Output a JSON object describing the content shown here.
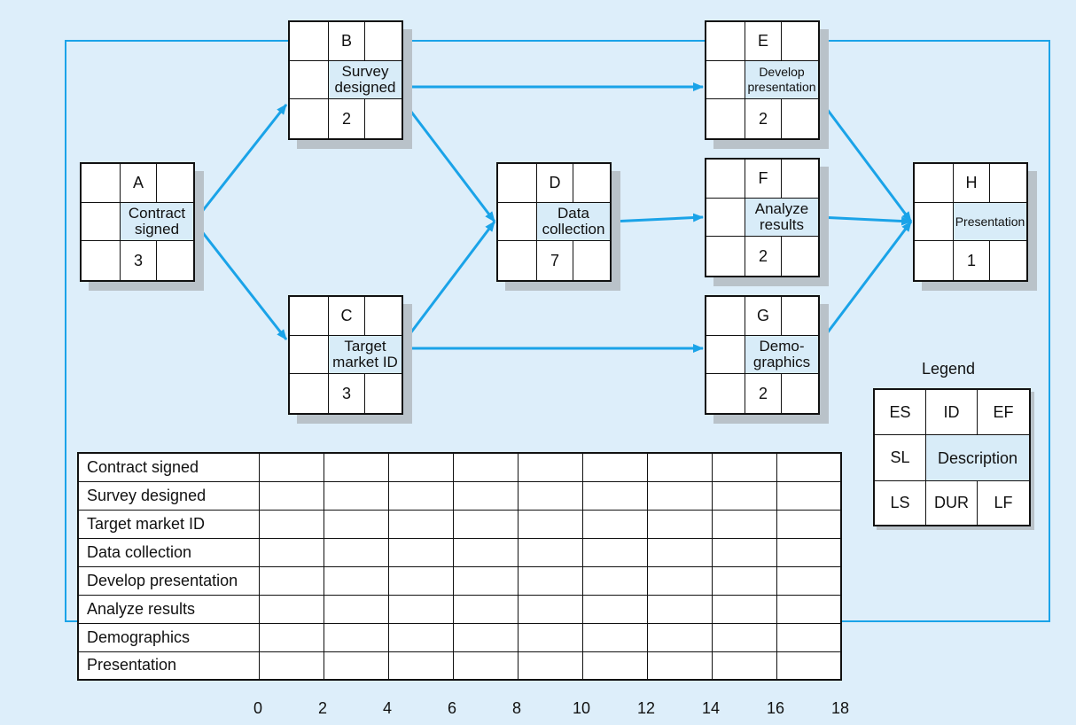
{
  "activities": [
    {
      "id": "A",
      "description": "Contract signed",
      "duration": "3"
    },
    {
      "id": "B",
      "description": "Survey designed",
      "duration": "2"
    },
    {
      "id": "C",
      "description": "Target market ID",
      "duration": "3"
    },
    {
      "id": "D",
      "description": "Data collection",
      "duration": "7"
    },
    {
      "id": "E",
      "description": "Develop presentation",
      "duration": "2"
    },
    {
      "id": "F",
      "description": "Analyze results",
      "duration": "2"
    },
    {
      "id": "G",
      "description": "Demo-graphics",
      "duration": "2"
    },
    {
      "id": "H",
      "description": "Presentation",
      "duration": "1"
    }
  ],
  "edges": [
    [
      "A",
      "B"
    ],
    [
      "A",
      "C"
    ],
    [
      "B",
      "D"
    ],
    [
      "C",
      "D"
    ],
    [
      "B",
      "E"
    ],
    [
      "D",
      "F"
    ],
    [
      "C",
      "G"
    ],
    [
      "E",
      "H"
    ],
    [
      "F",
      "H"
    ],
    [
      "G",
      "H"
    ]
  ],
  "legend": {
    "title": "Legend",
    "es": "ES",
    "id": "ID",
    "ef": "EF",
    "sl": "SL",
    "description": "Description",
    "ls": "LS",
    "dur": "DUR",
    "lf": "LF"
  },
  "gantt": {
    "rows": [
      "Contract signed",
      "Survey designed",
      "Target market ID",
      "Data collection",
      "Develop presentation",
      "Analyze results",
      "Demographics",
      "Presentation"
    ],
    "ticks": [
      "0",
      "2",
      "4",
      "6",
      "8",
      "10",
      "12",
      "14",
      "16",
      "18"
    ]
  },
  "colors": {
    "arrow": "#1aa3e8",
    "background": "#ddeefa",
    "description_fill": "#d8ecf8"
  }
}
